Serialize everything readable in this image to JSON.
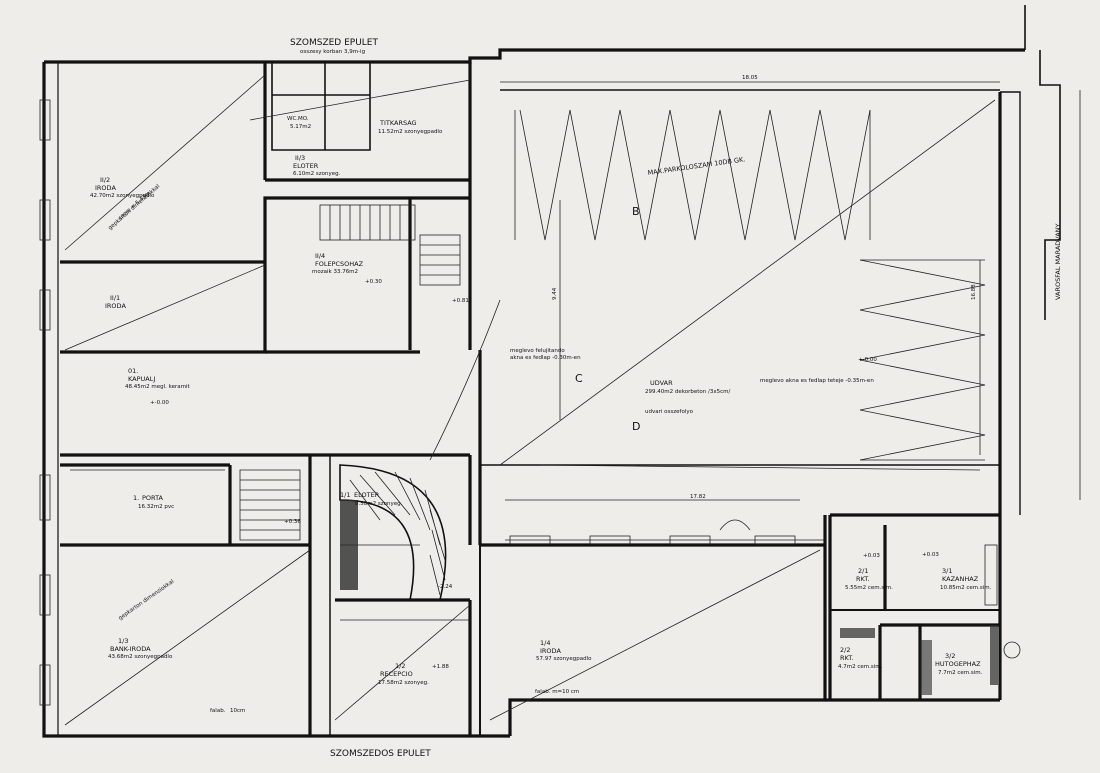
{
  "labels": {
    "top_neighbor": "SZOMSZED EPULET",
    "top_neighbor_note": "osszesy korban 3,9m-ig",
    "bottom_neighbor": "SZOMSZEDOS EPULET",
    "city_wall": "VAROSFAL MARADVANY",
    "parking": "MAX.PARKOLOSZAM 10DB GK.",
    "letter_b": "B",
    "letter_c": "C",
    "letter_d": "D",
    "dim_1805": "18.05",
    "dim_1782": "17.82",
    "dim_1688": "16.88",
    "dim_944": "9.44"
  },
  "rooms": {
    "r1": {
      "num": "II/2",
      "name": "IRODA",
      "area": "42.70m2 szonyegpadlo"
    },
    "r2": {
      "num": "II/1",
      "name": "IRODA",
      "area": ""
    },
    "r3": {
      "num": "",
      "name": "WC.MO.",
      "area": "5.17m2"
    },
    "r4": {
      "num": "",
      "name": "TITKARSAG",
      "area": "11.52m2 szonyegpadlo"
    },
    "r5": {
      "num": "II/3",
      "name": "ELOTER",
      "area": "6.10m2 szonyeg."
    },
    "r6": {
      "num": "II/4",
      "name": "FOLEPCSOHAZ",
      "area": "mozaik 33.76m2"
    },
    "r7": {
      "num": "01.",
      "name": "KAPUALJ",
      "area": "48.45m2 megl. keramit"
    },
    "r8": {
      "num": "",
      "name": "UDVAR",
      "area": "299.40m2 dekorbeton /3x5cm/"
    },
    "r9": {
      "num": "1.",
      "name": "PORTA",
      "area": "16.32m2 pvc"
    },
    "r10": {
      "num": "1/1",
      "name": "ELOTER",
      "area": "8.58m2 szonyeg."
    },
    "r11": {
      "num": "1/3",
      "name": "BANK-IRODA",
      "area": "43.68m2 szonyegpadlo"
    },
    "r12": {
      "num": "1/2",
      "name": "RECEPCIO",
      "area": "17.58m2 szonyeg."
    },
    "r13": {
      "num": "1/4",
      "name": "IRODA",
      "area": "57.97 szonyegpadlo"
    },
    "r14": {
      "num": "2/1",
      "name": "RKT.",
      "area": "5.55m2 cem.sim."
    },
    "r15": {
      "num": "3/1",
      "name": "KAZANHAZ",
      "area": "10.85m2 cem.sim."
    },
    "r16": {
      "num": "2/2",
      "name": "RKT.",
      "area": "4.7m2 cem.sim."
    },
    "r17": {
      "num": "3/2",
      "name": "HUTOGEPHAZ",
      "area": "7.7m2 cem.sim."
    }
  },
  "notes": {
    "n1": "gepkarton dimenziokkal",
    "n2": "csere = 5.47m",
    "n3": "meglevo felujitando",
    "n4": "akna es fedlap -0.30m-en",
    "n5": "meglevo akna es fedlap teteje -0.35m-en",
    "n6": "udvari osszefolyo",
    "n7": "falab. m=10 cm",
    "n8": "falab.",
    "n9": "10cm"
  },
  "elevations": {
    "e1": "+0.30",
    "e2": "+0.81",
    "e3": "+-0.00",
    "e4": "+0.36",
    "e5": "-2.24",
    "e6": "+1.88",
    "e7": "+0.03",
    "e8": "+0.03",
    "e9": "+-0.00"
  }
}
